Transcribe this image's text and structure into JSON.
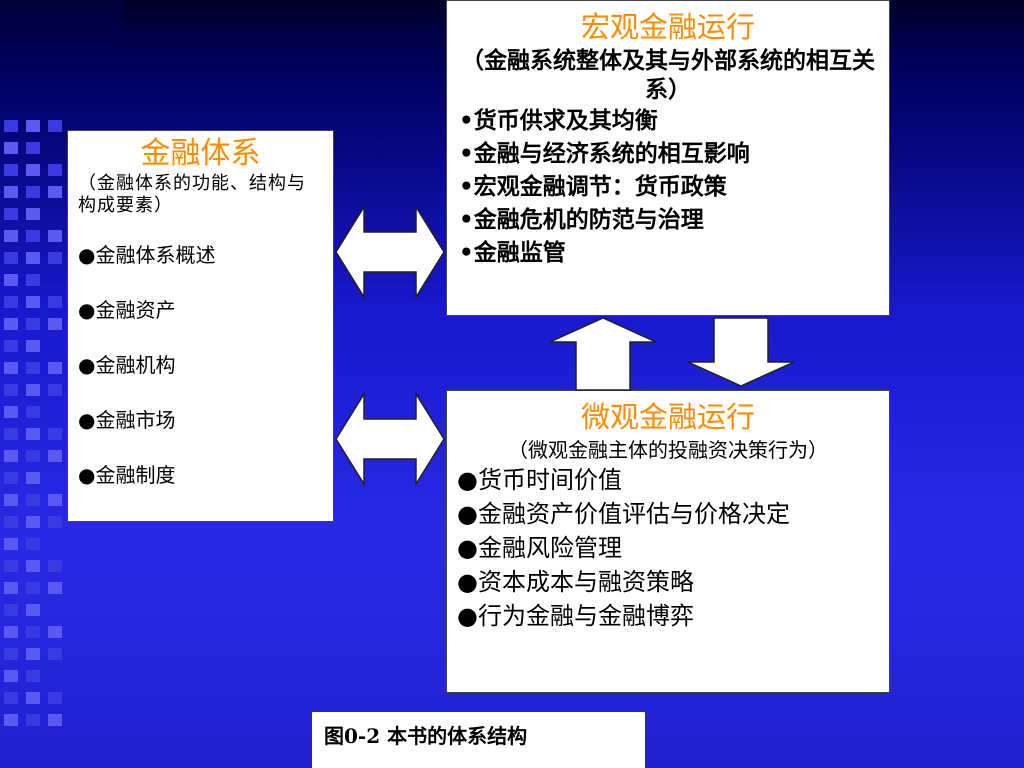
{
  "system_box": {
    "title": "金融体系",
    "subtitle": "（金融体系的功能、结构与构成要素）",
    "items": [
      "●金融体系概述",
      "●金融资产",
      "●金融机构",
      "●金融市场",
      "●金融制度"
    ]
  },
  "macro_box": {
    "title": "宏观金融运行",
    "subtitle": "（金融系统整体及其与外部系统的相互关系）",
    "items": [
      "•货币供求及其均衡",
      "•金融与经济系统的相互影响",
      "•宏观金融调节：货币政策",
      "•金融危机的防范与治理",
      "•金融监管"
    ]
  },
  "micro_box": {
    "title": "微观金融运行",
    "subtitle": "（微观金融主体的投融资决策行为）",
    "items": [
      "●货币时间价值",
      "●金融资产价值评估与价格决定",
      "●金融风险管理",
      "●资本成本与融资策略",
      "●行为金融与金融博弈"
    ]
  },
  "caption": "图0-2 本书的体系结构",
  "colors": {
    "title_orange": "#ff8c00",
    "background_blue": "#2020d0",
    "arrow_fill": "#ffffff"
  }
}
